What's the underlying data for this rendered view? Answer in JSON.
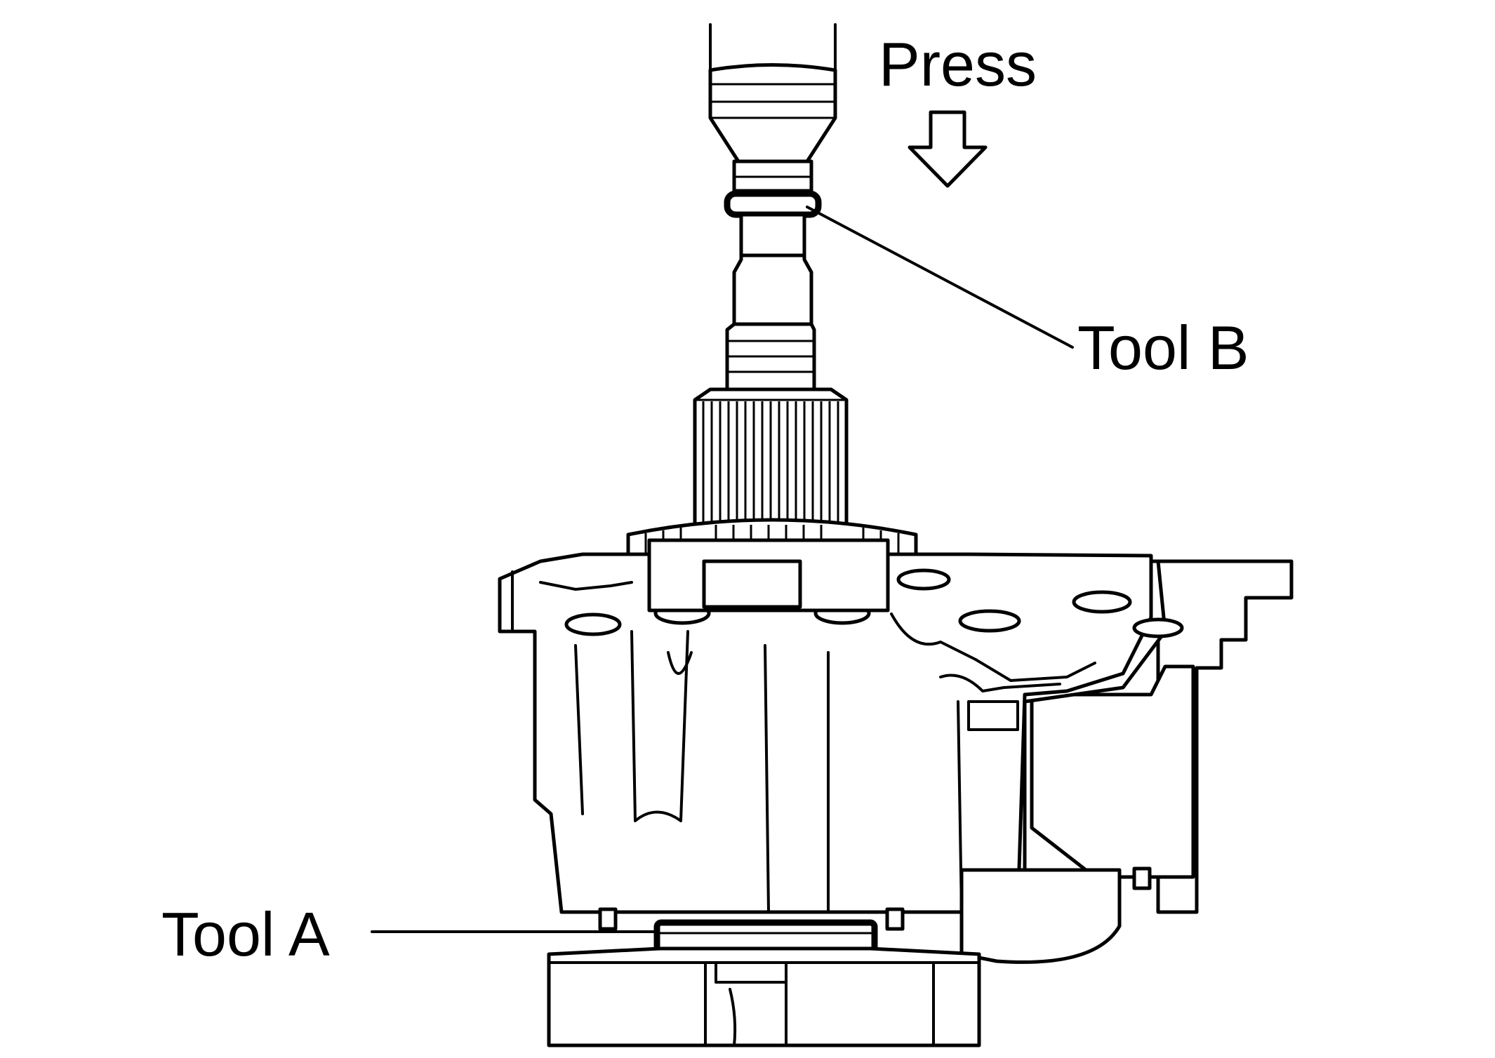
{
  "labels": {
    "press": "Press",
    "tool_b": "Tool B",
    "tool_a": "Tool A"
  },
  "colors": {
    "line": "#000000",
    "background": "#ffffff"
  },
  "icons": {
    "press_arrow": "down-arrow-icon"
  }
}
